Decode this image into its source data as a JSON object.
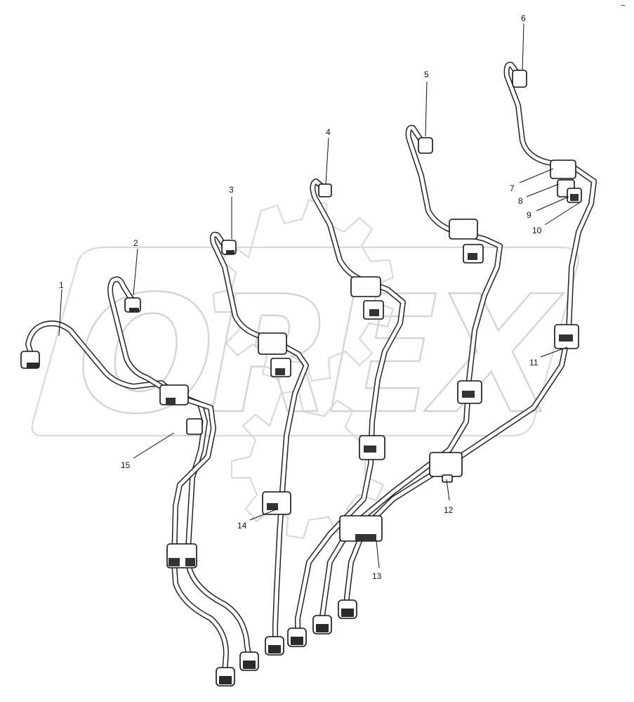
{
  "figure": {
    "watermark_text": "OREX",
    "corner_mark": "~"
  },
  "callouts": [
    {
      "id": "1",
      "label": "1"
    },
    {
      "id": "2",
      "label": "2"
    },
    {
      "id": "3",
      "label": "3"
    },
    {
      "id": "4",
      "label": "4"
    },
    {
      "id": "5",
      "label": "5"
    },
    {
      "id": "6",
      "label": "6"
    },
    {
      "id": "7",
      "label": "7"
    },
    {
      "id": "8",
      "label": "8"
    },
    {
      "id": "9",
      "label": "9"
    },
    {
      "id": "10",
      "label": "10"
    },
    {
      "id": "11",
      "label": "11"
    },
    {
      "id": "12",
      "label": "12"
    },
    {
      "id": "13",
      "label": "13"
    },
    {
      "id": "14",
      "label": "14"
    },
    {
      "id": "15",
      "label": "15"
    }
  ]
}
